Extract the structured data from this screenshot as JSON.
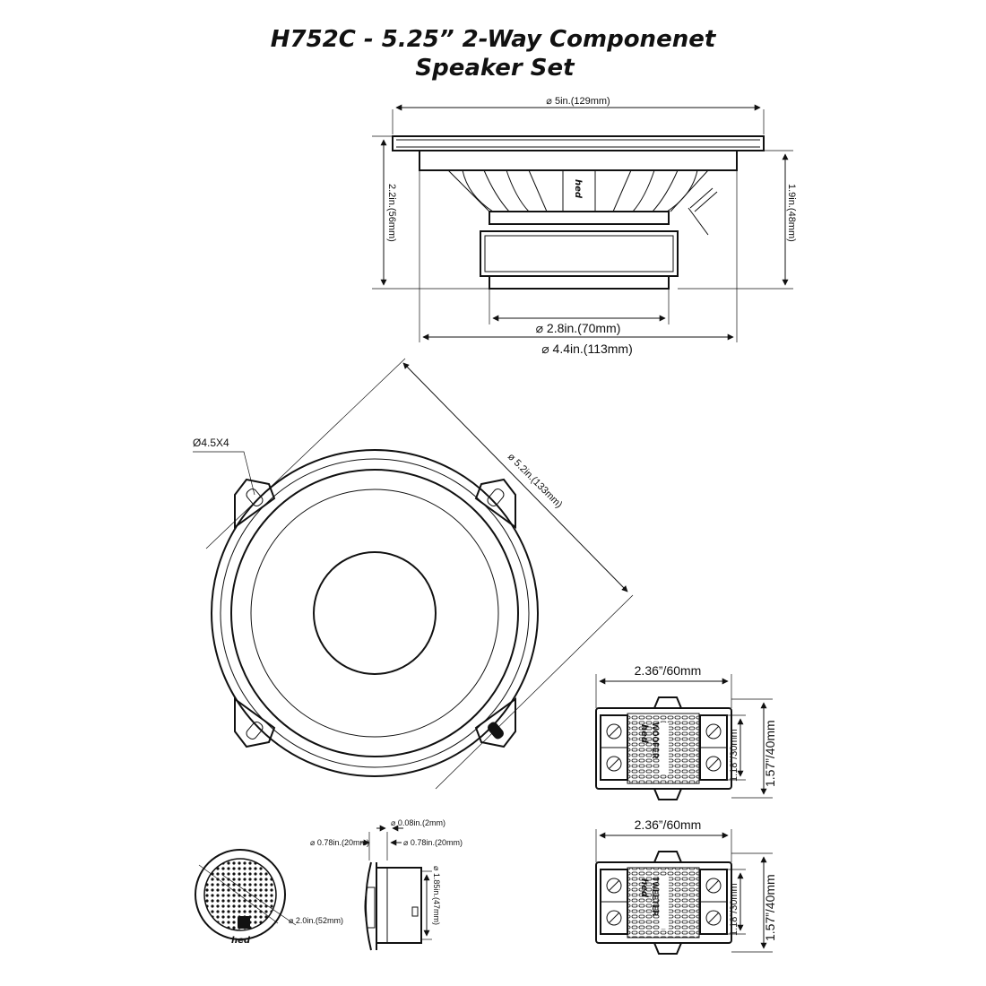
{
  "title": {
    "line1": "H752C - 5.25” 2-Way Componenet",
    "line2": "Speaker Set"
  },
  "woofer_side": {
    "brand": "hed",
    "dims": {
      "top_diameter": "⌀ 5in.(129mm)",
      "height_total": "2.2in.(56mm)",
      "height_mount": "1.9in.(48mm)",
      "magnet_diameter": "⌀ 2.8in.(70mm)",
      "basket_diameter": "⌀ 4.4in.(113mm)"
    }
  },
  "woofer_front": {
    "hole_label": "Ø4.5X4",
    "outer_diameter": "ø 5.2in.(133mm)"
  },
  "crossover_woofer": {
    "width": "2.36”/60mm",
    "inner_height": "1.18”/30mm",
    "outer_height": "1.57”/40mm",
    "brand": "hed",
    "label": "WOOFER"
  },
  "crossover_tweeter": {
    "width": "2.36”/60mm",
    "inner_height": "1.18”/30mm",
    "outer_height": "1.57”/40mm",
    "brand": "hed",
    "label": "TWEETER"
  },
  "tweeter": {
    "brand": "hed",
    "dims": {
      "flange": "⌀ 0.08in.(2mm)",
      "left": "⌀ 0.78in.(20mm)",
      "right": "⌀ 0.78in.(20mm)",
      "height": "⌀ 1.85in.(47mm)",
      "front_diameter": "⌀ 2.0in.(52mm)"
    }
  }
}
